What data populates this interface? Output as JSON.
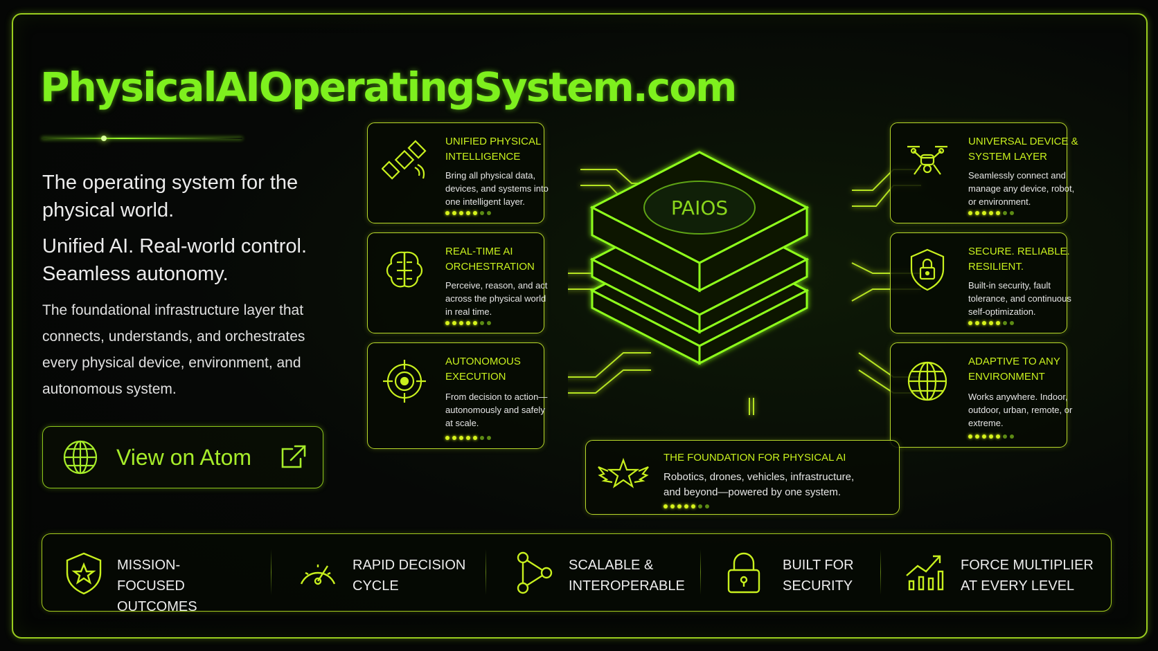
{
  "title": "PhysicalAIOperatingSystem.com",
  "tagline_1": "The operating system for the physical world.",
  "tagline_2": "Unified AI. Real-world control. Seamless autonomy.",
  "description": "The foundational infrastructure layer that connects, understands, and orchestrates every physical device, environment, and autonomous system.",
  "cta": {
    "label": "View on Atom",
    "icon": "globe-icon",
    "trailing_icon": "external-link-icon"
  },
  "core_label": "PAIOS",
  "colors": {
    "accent": "#7ef01e",
    "card_border": "#b8d92a",
    "background": "#050605"
  },
  "cards_left": [
    {
      "title": "UNIFIED PHYSICAL INTELLIGENCE",
      "desc": "Bring all physical data, devices, and systems into one intelligent layer.",
      "icon": "satellite-icon"
    },
    {
      "title": "REAL-TIME AI ORCHESTRATION",
      "desc": "Perceive, reason, and act across the physical world in real time.",
      "icon": "brain-icon"
    },
    {
      "title": "AUTONOMOUS EXECUTION",
      "desc": "From decision to action—autonomously and safely at scale.",
      "icon": "target-icon"
    }
  ],
  "cards_right": [
    {
      "title": "UNIVERSAL DEVICE & SYSTEM LAYER",
      "desc": "Seamlessly connect and manage any device, robot, or environment.",
      "icon": "drone-icon"
    },
    {
      "title": "SECURE. RELIABLE. RESILIENT.",
      "desc": "Built-in security, fault tolerance, and continuous self-optimization.",
      "icon": "shield-lock-icon"
    },
    {
      "title": "ADAPTIVE TO ANY ENVIRONMENT",
      "desc": "Works anywhere. Indoor, outdoor, urban, remote, or extreme.",
      "icon": "globe-icon"
    }
  ],
  "foundation": {
    "title": "THE FOUNDATION FOR PHYSICAL AI",
    "desc": "Robotics, drones, vehicles, infrastructure, and beyond—powered by one system.",
    "icon": "winged-star-icon"
  },
  "features": [
    {
      "label": "MISSION-FOCUSED OUTCOMES",
      "icon": "shield-star-icon"
    },
    {
      "label": "RAPID DECISION CYCLE",
      "icon": "speedometer-icon"
    },
    {
      "label": "SCALABLE & INTEROPERABLE",
      "icon": "network-nodes-icon"
    },
    {
      "label": "BUILT FOR SECURITY",
      "icon": "padlock-icon"
    },
    {
      "label": "FORCE MULTIPLIER AT EVERY LEVEL",
      "icon": "growth-chart-icon"
    }
  ]
}
